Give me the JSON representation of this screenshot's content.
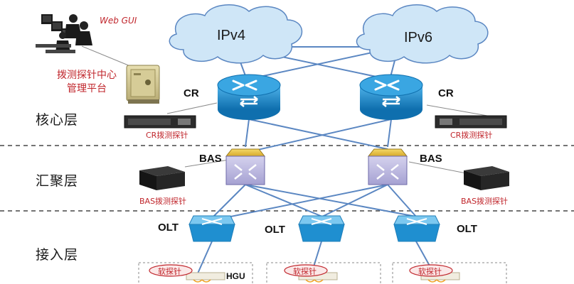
{
  "web_gui": "Web GUI",
  "center": {
    "line1": "拨测探针中心",
    "line2": "管理平台"
  },
  "clouds": {
    "left": "IPv4",
    "right": "IPv6"
  },
  "layers": {
    "core": "核心层",
    "aggregation": "汇聚层",
    "access": "接入层"
  },
  "nodes": {
    "cr_left": "CR",
    "cr_right": "CR",
    "bas_left": "BAS",
    "bas_right": "BAS",
    "olt_left": "OLT",
    "olt_mid": "OLT",
    "olt_right": "OLT",
    "hgu": "HGU"
  },
  "probes": {
    "cr_left": "CR拨测探针",
    "cr_right": "CR拨测探针",
    "bas_left": "BAS拨测探针",
    "bas_right": "BAS拨测探针",
    "soft_1": "软探针",
    "soft_2": "软探针",
    "soft_3": "软探针"
  },
  "colors": {
    "router_blue": "#1f8fd0",
    "cloud_blue": "#cfe6f7",
    "link_blue": "#5b87c2",
    "label_red": "#c0262c"
  }
}
